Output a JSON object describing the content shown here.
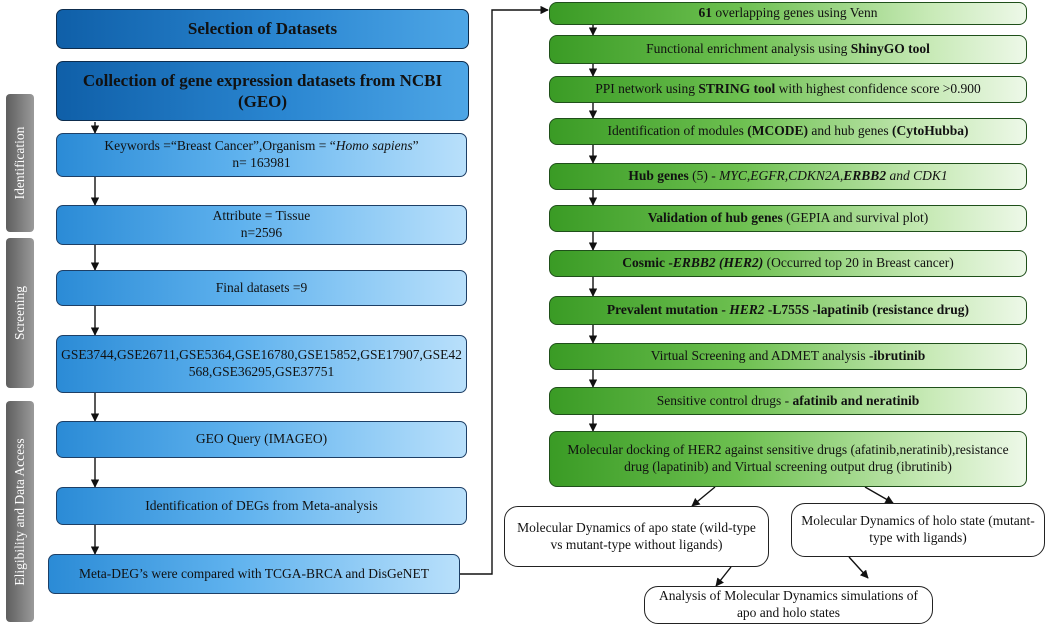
{
  "side_labels": [
    "Identification",
    "Screening",
    "Eligibility and Data Access"
  ],
  "left": {
    "title": "Selection of Datasets",
    "collection": "Collection of gene expression datasets from NCBI (GEO)",
    "keywords": {
      "prefix": "Keywords =“Breast Cancer”,Organism = “",
      "organism": "Homo sapiens",
      "suffix": "”",
      "count": "n= 163981"
    },
    "attribute": {
      "line1": "Attribute = Tissue",
      "line2": "n=2596"
    },
    "final": "Final datasets =9",
    "datasets": "GSE3744,GSE26711,GSE5364,GSE16780,GSE15852,GSE17907,GSE42568,GSE36295,GSE37751",
    "geo_query": "GEO Query (IMAGEO)",
    "degs": "Identification of DEGs from Meta-analysis",
    "meta": "Meta-DEG’s were compared with TCGA-BRCA and DisGeNET"
  },
  "right": {
    "venn": {
      "bold": "61",
      "rest": " overlapping genes using Venn"
    },
    "enrichment": {
      "text": "Functional enrichment analysis using ",
      "bold": "ShinyGO tool"
    },
    "ppi": {
      "pre": "PPI network using ",
      "bold": "STRING tool",
      "post": " with highest confidence score >0.900"
    },
    "modules": {
      "pre": "Identification of modules ",
      "bold1": "(MCODE)",
      "mid": " and hub genes ",
      "bold2": "(CytoHubba)"
    },
    "hub": {
      "bold": "Hub genes",
      "count": " (5) - ",
      "genes": "MYC,EGFR,CDKN2A,",
      "bold_gene": "ERBB2",
      "and": " and ",
      "last": "CDK1"
    },
    "validation": {
      "bold": "Validation of hub genes",
      "rest": " (GEPIA and survival plot)"
    },
    "cosmic": {
      "bold": "Cosmic -",
      "gene": "ERBB2 (HER2)",
      "rest": " (Occurred top 20 in Breast cancer)"
    },
    "mutation": {
      "bold1": "Prevalent mutation - ",
      "gene": "HER2",
      "bold2": " -L755S -lapatinib (resistance drug)"
    },
    "screening": {
      "pre": "Virtual Screening  and ADMET analysis ",
      "bold": "-ibrutinib"
    },
    "controls": {
      "pre": "Sensitive control drugs - ",
      "bold": "afatinib and neratinib"
    },
    "docking": "Molecular docking of HER2 against sensitive drugs (afatinib,neratinib),resistance drug (lapatinib) and Virtual screening output drug (ibrutinib)",
    "apo": "Molecular Dynamics of apo state (wild-type vs mutant-type without ligands)",
    "holo": "Molecular Dynamics of holo state (mutant-type with ligands)",
    "analysis": "Analysis of Molecular Dynamics simulations of apo and holo states"
  }
}
